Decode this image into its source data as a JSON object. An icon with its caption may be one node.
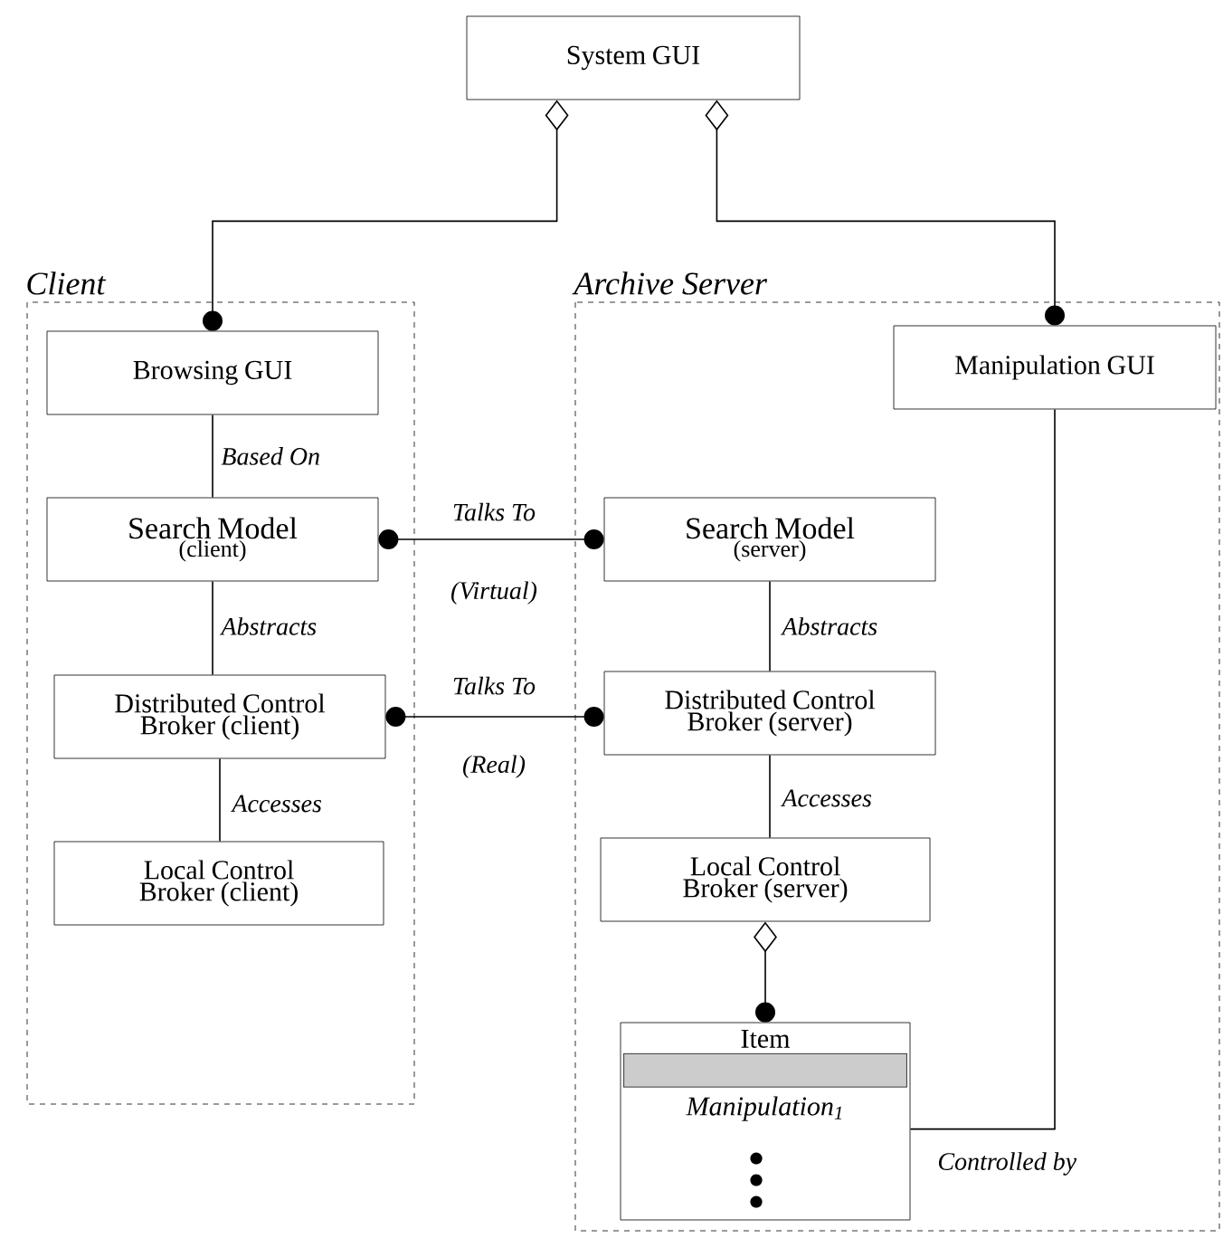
{
  "diagram": {
    "nodes": [
      {
        "text": [
          "Client"
        ]
      },
      {
        "text": [
          "Archive Server"
        ]
      },
      {
        "text": [
          "System GUI"
        ]
      },
      {
        "text": [
          "Browsing GUI"
        ],
        "in": 0
      },
      {
        "text": [
          "Search Model",
          "(client)"
        ],
        "in": 0
      },
      {
        "text": [
          "Distributed Control Broker (client)"
        ],
        "in": 0
      },
      {
        "text": [
          "Local Control Broker (client)"
        ],
        "in": 0
      },
      {
        "text": [
          "Manipulation GUI"
        ],
        "in": 1
      },
      {
        "text": [
          "Search Model",
          "(server)"
        ],
        "in": 1
      },
      {
        "text": [
          "Distributed Control Broker (server)"
        ],
        "in": 1
      },
      {
        "text": [
          "Local Control Broker (server)"
        ],
        "in": 1
      },
      {
        "text": [
          "Item",
          "Manipulation$_{1}$"
        ],
        "in": 1
      }
    ],
    "edges": [
      {
        "from": 2,
        "to": 3,
        "arrow": "other"
      },
      {
        "from": 2,
        "to": 7,
        "arrow": "other"
      },
      {
        "from": 3,
        "to": 4,
        "arrow": "none",
        "label": "Based On"
      },
      {
        "from": 4,
        "to": 5,
        "arrow": "none",
        "label": "Abstracts"
      },
      {
        "from": 5,
        "to": 6,
        "arrow": "none",
        "label": "Accesses"
      },
      {
        "from": 4,
        "to": 8,
        "arrow": "other",
        "label": "Talks To"
      },
      {
        "from": 5,
        "to": 9,
        "arrow": "other",
        "label": "Talks To"
      },
      {
        "from": 8,
        "to": 9,
        "arrow": "none",
        "label": "Abstracts"
      },
      {
        "from": 9,
        "to": 10,
        "arrow": "none",
        "label": "Accesses"
      },
      {
        "from": 10,
        "to": 11,
        "arrow": "other"
      },
      {
        "from": 7,
        "to": 11,
        "arrow": "none",
        "label": "Controlled by"
      }
    ],
    "labels": [
      "(Virtual)",
      "(Real)"
    ]
  }
}
